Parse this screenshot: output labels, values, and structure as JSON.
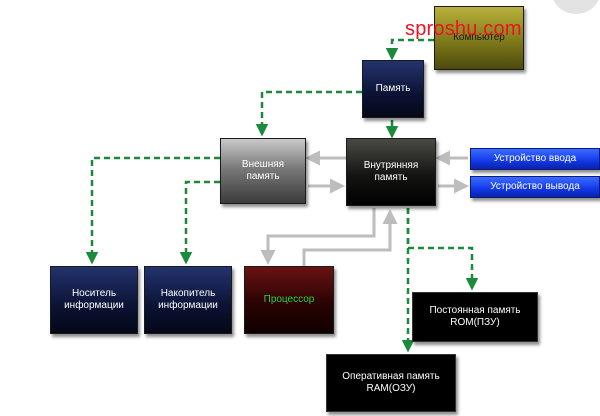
{
  "watermark": "sproshu.com",
  "boxes": {
    "computer": "Компьютер",
    "memory": "Память",
    "external_memory": "Внешняя память",
    "internal_memory": "Внутрянняя память",
    "input_device": "Устройство ввода",
    "output_device": "Устройство вывода",
    "storage_medium": "Носитель информации",
    "storage_drive": "Накопитель информации",
    "processor": "Процессор",
    "rom": "Постоянная память ROM(ПЗУ)",
    "ram": "Оперативная память RAM(ОЗУ)"
  },
  "colors": {
    "dashed_arrow": "#1c8a3c",
    "solid_arrow": "#bdbdbd",
    "watermark": "#ee1122"
  }
}
